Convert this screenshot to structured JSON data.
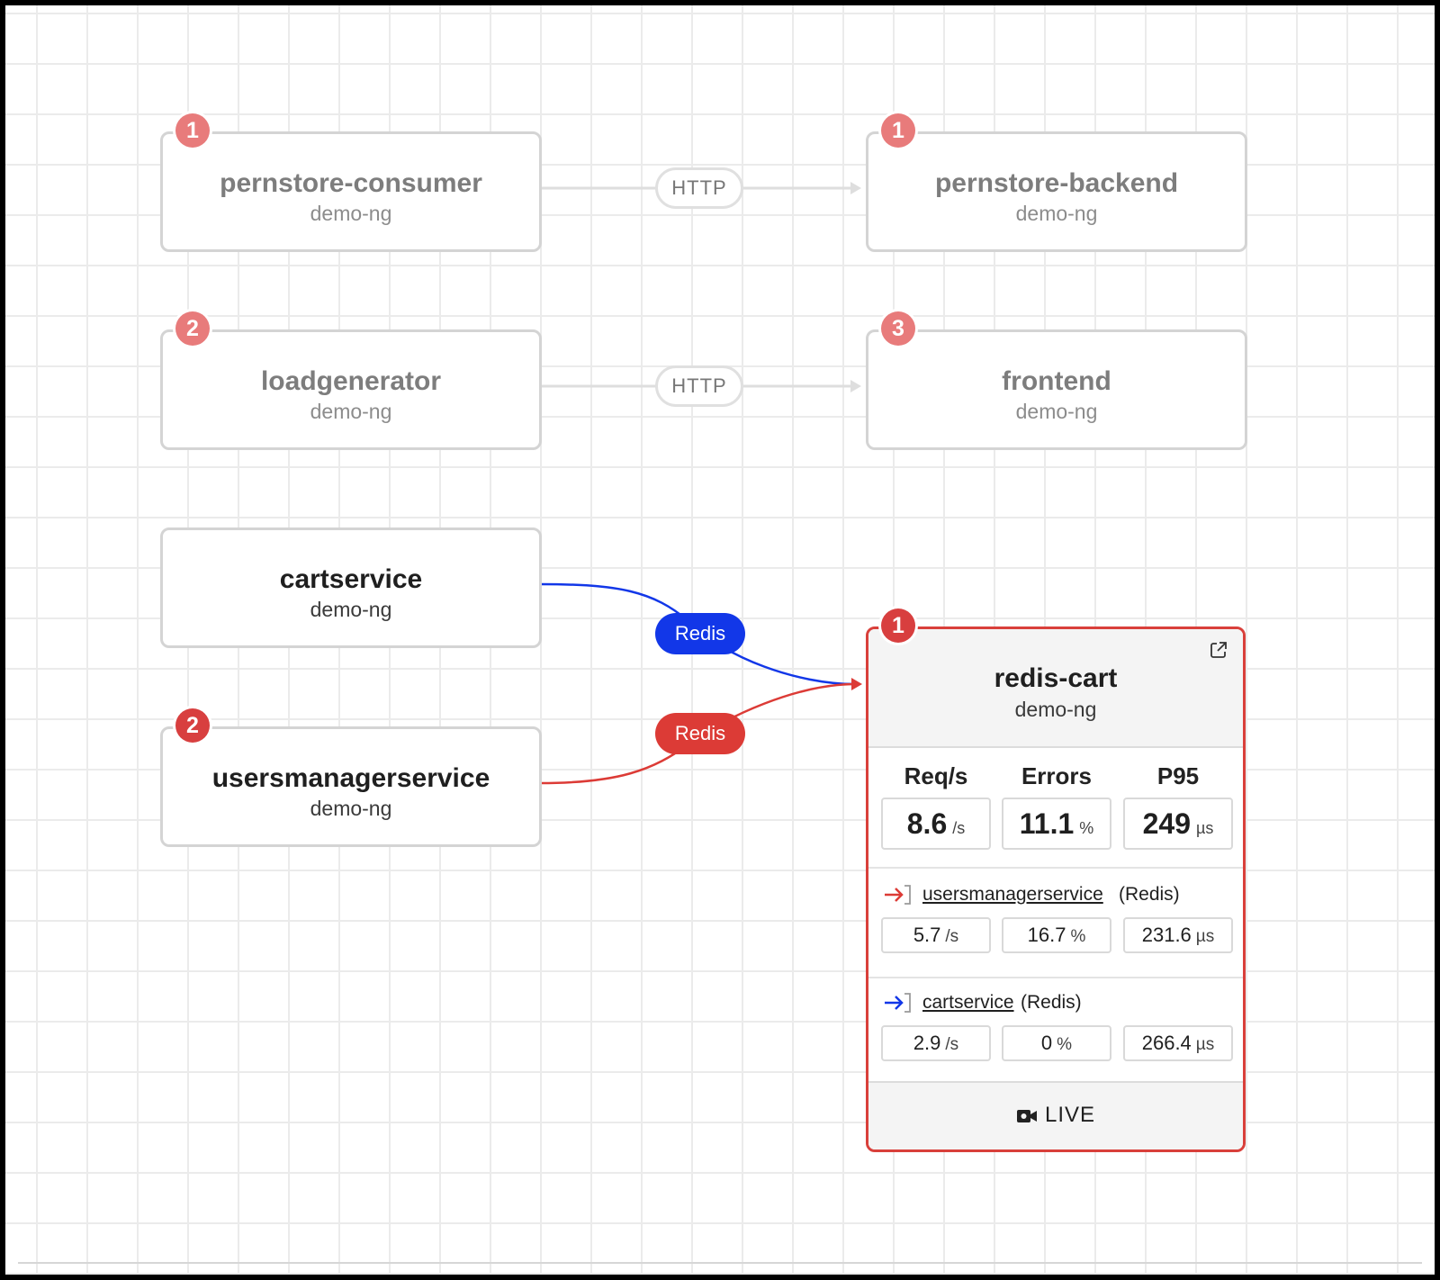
{
  "nodes": {
    "pernstore_consumer": {
      "name": "pernstore-consumer",
      "namespace": "demo-ng",
      "badge": "1"
    },
    "pernstore_backend": {
      "name": "pernstore-backend",
      "namespace": "demo-ng",
      "badge": "1"
    },
    "loadgenerator": {
      "name": "loadgenerator",
      "namespace": "demo-ng",
      "badge": "2"
    },
    "frontend": {
      "name": "frontend",
      "namespace": "demo-ng",
      "badge": "3"
    },
    "cartservice": {
      "name": "cartservice",
      "namespace": "demo-ng"
    },
    "usersmanagerservice": {
      "name": "usersmanagerservice",
      "namespace": "demo-ng",
      "badge": "2"
    }
  },
  "edges": [
    {
      "label": "HTTP",
      "from": "pernstore-consumer",
      "to": "pernstore-backend"
    },
    {
      "label": "HTTP",
      "from": "loadgenerator",
      "to": "frontend"
    },
    {
      "label": "Redis",
      "from": "cartservice",
      "to": "redis-cart",
      "color": "#1237e8"
    },
    {
      "label": "Redis",
      "from": "usersmanagerservice",
      "to": "redis-cart",
      "color": "#dc3b36"
    }
  ],
  "detail": {
    "name": "redis-cart",
    "namespace": "demo-ng",
    "badge": "1",
    "columns": [
      "Req/s",
      "Errors",
      "P95"
    ],
    "totals": [
      {
        "value": "8.6",
        "unit": "/s"
      },
      {
        "value": "11.1",
        "unit": "%"
      },
      {
        "value": "249",
        "unit": "µs"
      }
    ],
    "sources": [
      {
        "name": "usersmanagerservice",
        "protocol": "(Redis)",
        "color": "#dc3b36",
        "stats": [
          {
            "value": "5.7",
            "unit": "/s"
          },
          {
            "value": "16.7",
            "unit": "%"
          },
          {
            "value": "231.6",
            "unit": "µs"
          }
        ]
      },
      {
        "name": "cartservice",
        "protocol": "(Redis)",
        "color": "#1237e8",
        "stats": [
          {
            "value": "2.9",
            "unit": "/s"
          },
          {
            "value": "0",
            "unit": "%"
          },
          {
            "value": "266.4",
            "unit": "µs"
          }
        ]
      }
    ],
    "live_label": "LIVE",
    "external_link_icon": "external-link-icon",
    "live_icon": "video-camera-icon"
  },
  "colors": {
    "error_red": "#d9403b",
    "badge_dim": "#e87b7b",
    "badge_strong": "#d83f3f",
    "redis_blue": "#1237e8",
    "redis_red": "#dc3b36"
  }
}
